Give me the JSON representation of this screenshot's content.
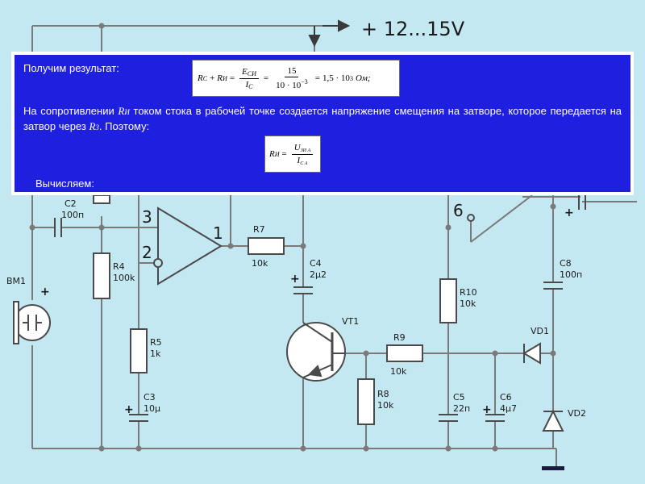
{
  "schematic": {
    "supply_label": "+ 12...15V",
    "pins": {
      "in_plus": "3",
      "in_minus": "2",
      "out": "1",
      "pin6": "6"
    },
    "plus_sign": "+",
    "components": {
      "c2": {
        "name": "C2",
        "value": "100п"
      },
      "r4": {
        "name": "R4",
        "value": "100k"
      },
      "r5": {
        "name": "R5",
        "value": "1k"
      },
      "c3": {
        "name": "C3",
        "value": "10µ"
      },
      "r7": {
        "name": "R7",
        "value": "10k"
      },
      "c4": {
        "name": "C4",
        "value": "2µ2"
      },
      "vt1": {
        "name": "VT1"
      },
      "r9": {
        "name": "R9",
        "value": "10k"
      },
      "r8": {
        "name": "R8",
        "value": "10k"
      },
      "r10": {
        "name": "R10",
        "value": "10k"
      },
      "c5": {
        "name": "C5",
        "value": "22п"
      },
      "c6": {
        "name": "C6",
        "value": "4µ7"
      },
      "c8": {
        "name": "C8",
        "value": "100п"
      },
      "vd1": {
        "name": "VD1"
      },
      "vd2": {
        "name": "VD2"
      },
      "bm1": {
        "name": "BM1"
      }
    }
  },
  "overlay": {
    "result_label": "Получим результат:",
    "formula1": {
      "lhs_a": "R",
      "lhs_a_sub": "С",
      "plus": "+",
      "lhs_b": "R",
      "lhs_b_sub": "И",
      "eq1": "=",
      "frac1_num": "E",
      "frac1_num_sub": "СИ",
      "frac1_den": "I",
      "frac1_den_sub": "С",
      "eq2": "=",
      "frac2_num": "15",
      "frac2_den_base": "10 · 10",
      "frac2_den_exp": "−3",
      "eq3": "=",
      "result_base": "1,5 · 10",
      "result_exp": "3",
      "result_unit": "Ом;"
    },
    "paragraph": {
      "part1": "На сопротивлении ",
      "sym1": "R",
      "sym1_sub": "И",
      "part2": " током стока в рабочей точке создается напряжение смещения на затворе, которое передается на затвор через ",
      "sym2": "R",
      "sym2_sub": "З",
      "part3": ". Поэтому:"
    },
    "formula2": {
      "lhs": "R",
      "lhs_sub": "И",
      "eq": "=",
      "num": "U",
      "num_sub": "ЗИ А",
      "den": "I",
      "den_sub": "С А"
    },
    "calc_label": "Вычисляем:"
  },
  "colors": {
    "background": "#c4e8f2",
    "panel": "#1f1fe0",
    "panel_border": "#ffffff",
    "wire": "#7a7a7a",
    "text_light": "#ffffff"
  }
}
